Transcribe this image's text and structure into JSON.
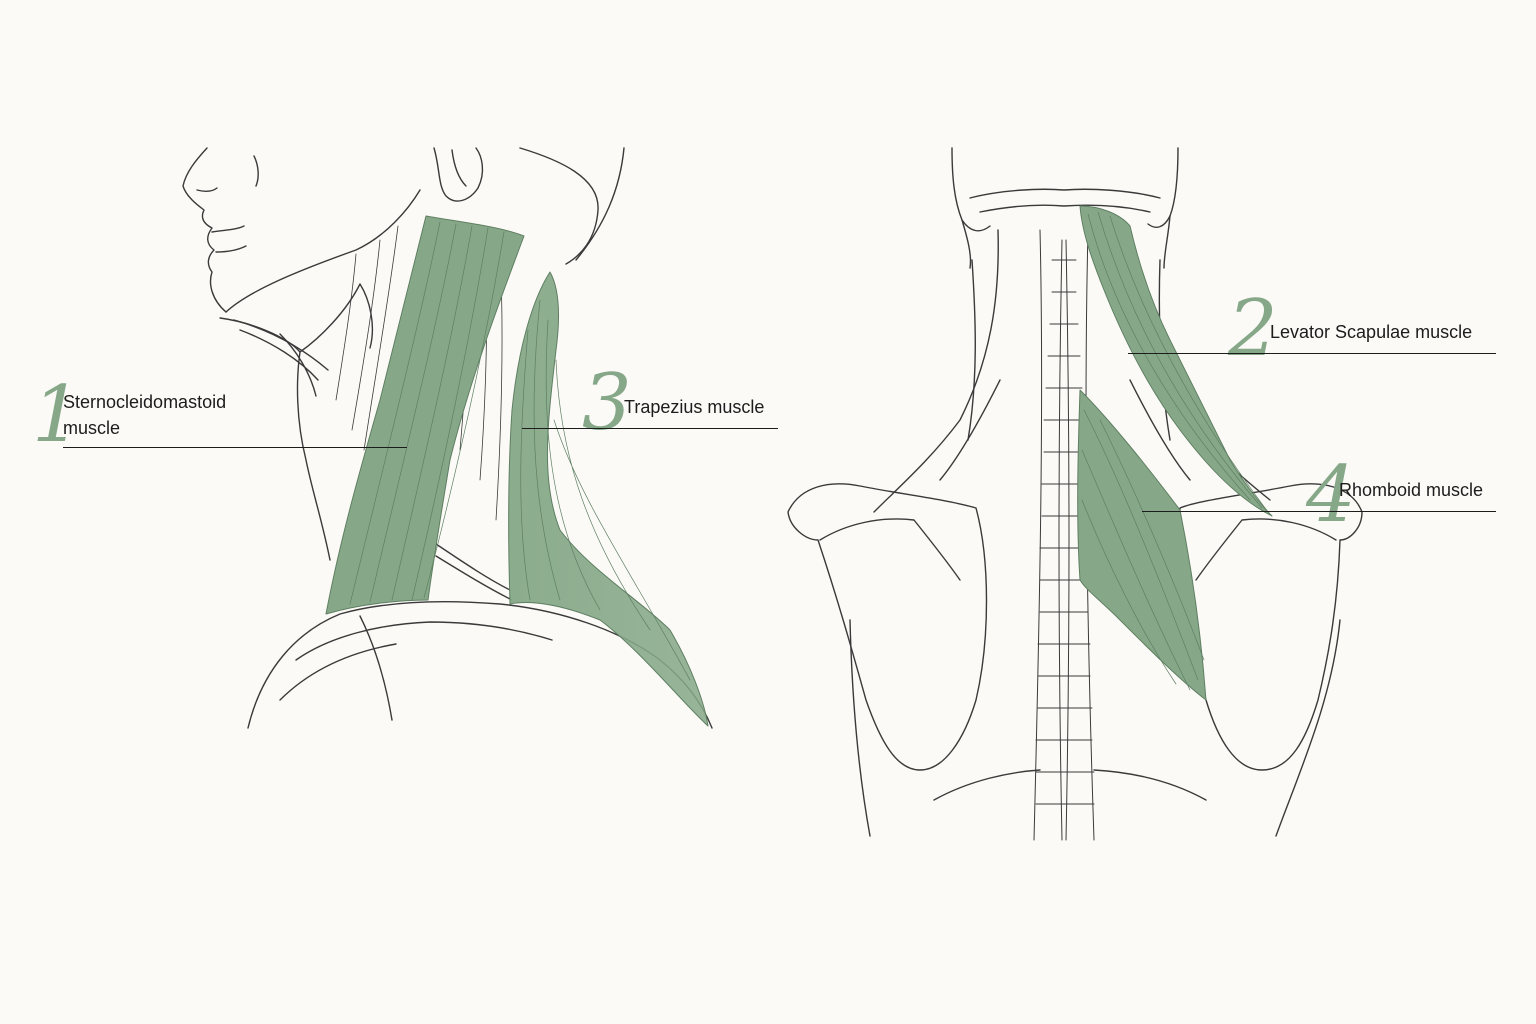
{
  "colors": {
    "background": "#fbfaf7",
    "outline": "#3a3a3a",
    "muscle_highlight": "#86a888",
    "callout_number": "#86a888",
    "text": "#1c1c1c"
  },
  "views": [
    {
      "id": "neck-side-view"
    },
    {
      "id": "upper-back-view"
    }
  ],
  "callouts": [
    {
      "number": "1",
      "label_line1": "Sternocleidomastoid",
      "label_line2": "muscle"
    },
    {
      "number": "2",
      "label_line1": "Levator Scapulae muscle"
    },
    {
      "number": "3",
      "label_line1": "Trapezius muscle"
    },
    {
      "number": "4",
      "label_line1": "Rhomboid muscle"
    }
  ]
}
